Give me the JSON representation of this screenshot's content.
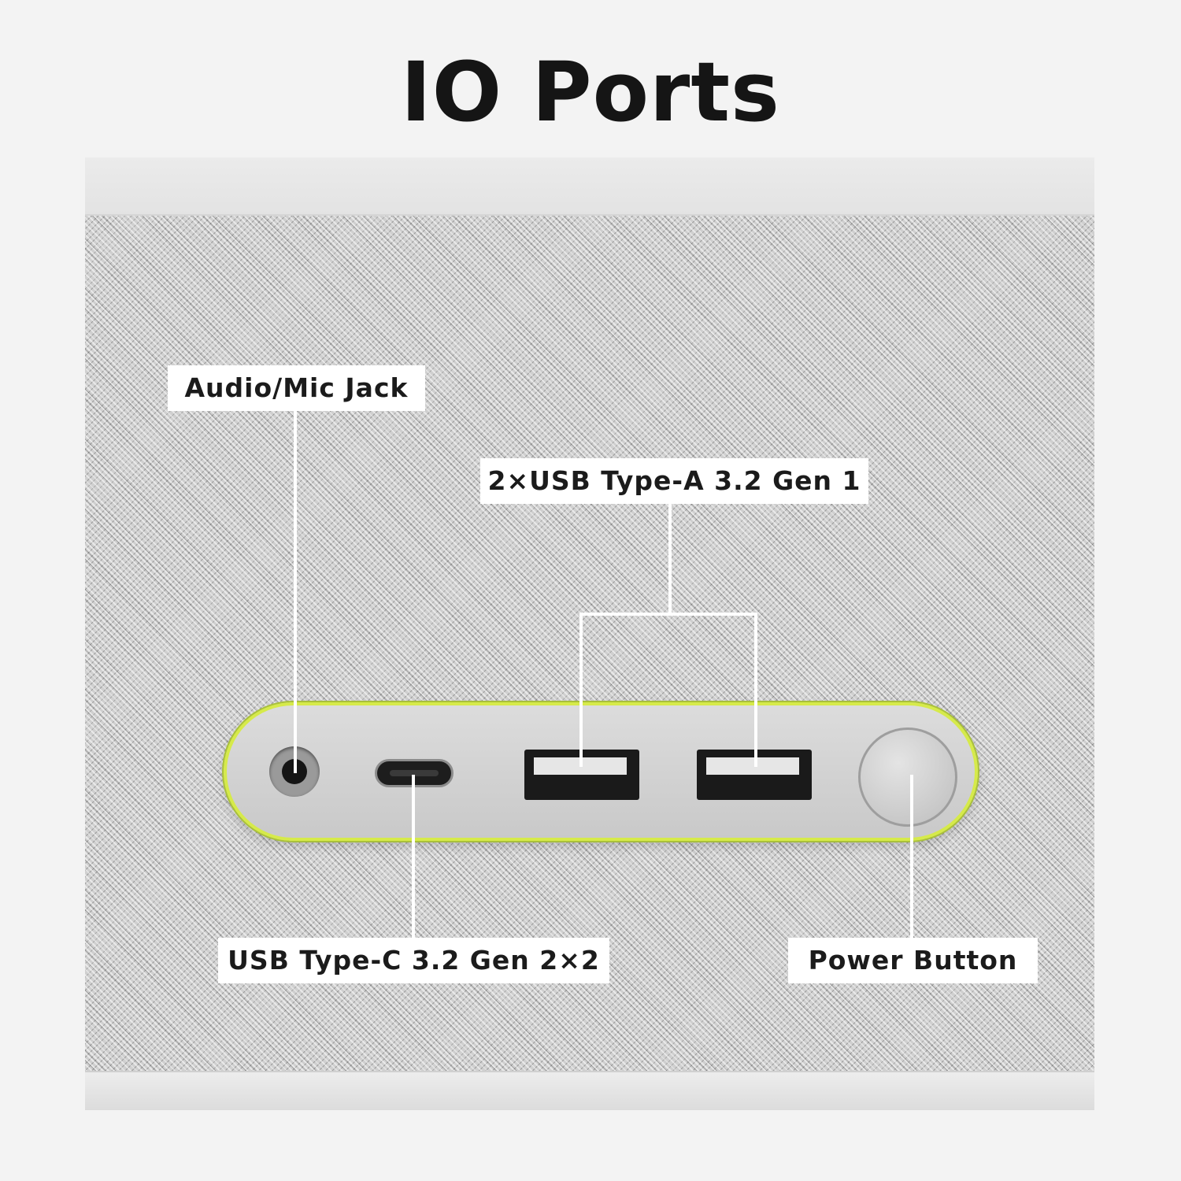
{
  "title": "IO Ports",
  "colors": {
    "background": "#f3f3f3",
    "panel_accent": "#d6ea4a",
    "label_bg": "#ffffff",
    "title_text": "#151515"
  },
  "ports": {
    "audio_jack": {
      "label": "Audio/Mic Jack",
      "icon": "audio-jack-icon"
    },
    "usb_a": {
      "label": "2×USB Type-A 3.2 Gen 1",
      "icon": "usb-a-port-icon"
    },
    "usb_c": {
      "label": "USB Type-C 3.2 Gen 2×2",
      "icon": "usb-c-port-icon"
    },
    "power": {
      "label": "Power Button",
      "icon": "power-button-icon"
    }
  }
}
